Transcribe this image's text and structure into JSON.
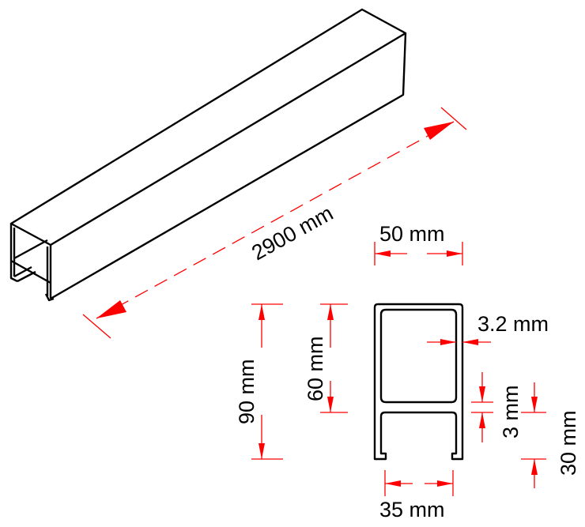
{
  "dimensions": {
    "length": "2900 mm",
    "width": "50 mm",
    "height_total": "90 mm",
    "height_upper": "60 mm",
    "wall": "3.2 mm",
    "web": "3 mm",
    "height_lower": "30 mm",
    "opening": "35 mm"
  },
  "colors": {
    "dimension_line": "#ff0000",
    "object_line": "#000000"
  }
}
